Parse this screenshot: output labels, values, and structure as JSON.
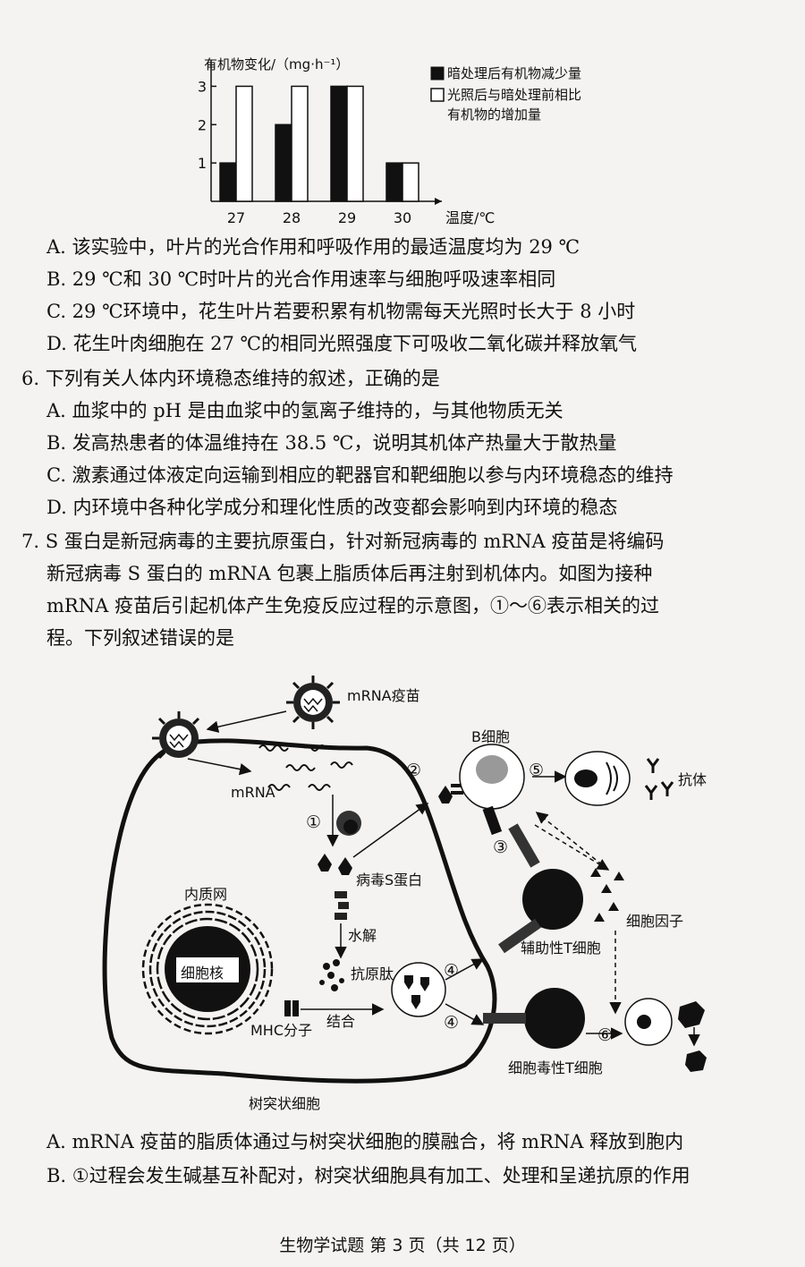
{
  "chart_data": {
    "type": "bar",
    "ylabel": "有机物变化/（mg·h⁻¹）",
    "xlabel": "温度/℃",
    "categories": [
      "27",
      "28",
      "29",
      "30"
    ],
    "yticks": [
      "1",
      "2",
      "3"
    ],
    "ylim": [
      0,
      3.5
    ],
    "series": [
      {
        "name": "暗处理后有机物减少量",
        "values": [
          1,
          2,
          3,
          1
        ],
        "color": "#111111"
      },
      {
        "name": "光照后与暗处理前相比有机物的增加量",
        "values": [
          3,
          3,
          3,
          1
        ],
        "color": "#ffffff"
      }
    ],
    "legend": {
      "item1": "暗处理后有机物减少量",
      "item2_line1": "光照后与暗处理前相比",
      "item2_line2": "有机物的增加量"
    }
  },
  "q5": {
    "A": "A. 该实验中，叶片的光合作用和呼吸作用的最适温度均为 29 ℃",
    "B": "B. 29 ℃和 30 ℃时叶片的光合作用速率与细胞呼吸速率相同",
    "C": "C. 29 ℃环境中，花生叶片若要积累有机物需每天光照时长大于 8 小时",
    "D": "D. 花生叶肉细胞在 27 ℃的相同光照强度下可吸收二氧化碳并释放氧气"
  },
  "q6": {
    "stem": "6. 下列有关人体内环境稳态维持的叙述，正确的是",
    "A": "A. 血浆中的 pH 是由血浆中的氢离子维持的，与其他物质无关",
    "B": "B. 发高热患者的体温维持在 38.5 ℃，说明其机体产热量大于散热量",
    "C": "C. 激素通过体液定向运输到相应的靶器官和靶细胞以参与内环境稳态的维持",
    "D": "D. 内环境中各种化学成分和理化性质的改变都会影响到内环境的稳态"
  },
  "q7": {
    "stem1": "7. S 蛋白是新冠病毒的主要抗原蛋白，针对新冠病毒的 mRNA 疫苗是将编码",
    "stem2": "新冠病毒 S 蛋白的 mRNA 包裹上脂质体后再注射到机体内。如图为接种",
    "stem3": "mRNA 疫苗后引起机体产生免疫反应过程的示意图，①～⑥表示相关的过",
    "stem4": "程。下列叙述错误的是",
    "A": "A. mRNA 疫苗的脂质体通过与树突状细胞的膜融合，将 mRNA 释放到胞内",
    "B": "B. ①过程会发生碱基互补配对，树突状细胞具有加工、处理和呈递抗原的作用"
  },
  "diagram": {
    "mrna_vaccine": "mRNA疫苗",
    "mrna": "mRNA",
    "step1": "①",
    "step2": "②",
    "step3": "③",
    "step4a": "④",
    "step4b": "④",
    "step5": "⑤",
    "step6": "⑥",
    "er": "内质网",
    "nucleus": "细胞核",
    "s_protein": "病毒S蛋白",
    "hydrolysis": "水解",
    "peptide": "抗原肽",
    "mhc": "MHC分子",
    "bind": "结合",
    "b_cell": "B细胞",
    "antibody": "抗体",
    "cytokine": "细胞因子",
    "helper_t": "辅助性T细胞",
    "cytotoxic_t": "细胞毒性T细胞",
    "dendritic": "树突状细胞"
  },
  "footer": "生物学试题 第 3 页（共 12 页）"
}
